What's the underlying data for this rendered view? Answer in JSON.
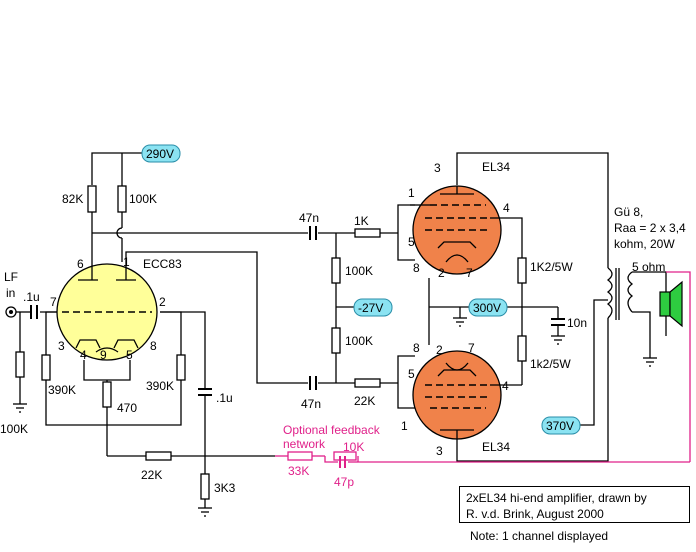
{
  "labels": {
    "ecc83": "ECC83",
    "el34_top": "EL34",
    "el34_bottom": "EL34",
    "lf": "LF",
    "in": "in",
    "r_82k": "82K",
    "r_100k_top": "100K",
    "r_100k_input": "100K",
    "r_390k_left": "390K",
    "r_390k_right": "390K",
    "r_470": "470",
    "r_22k_fb": "22K",
    "r_3k3": "3K3",
    "r_1k": "1K",
    "r_100k_mid_top": "100K",
    "r_100k_mid_bottom": "100K",
    "r_22k_grid": "22K",
    "r_1k2": "1K2/5W",
    "r_1k2_lower": "1k2/5W",
    "c_01u_in": ".1u",
    "c_01u": ".1u",
    "c_47n_top": "47n",
    "c_47n_bottom": "47n",
    "c_10n": "10n",
    "opt_fb_1": "Optional feedback",
    "opt_fb_2": "network",
    "fb_33k": "33K",
    "fb_10k": "10K",
    "fb_47p": "47p",
    "xfmr_1": "Gü 8,",
    "xfmr_2": "Raa = 2 x 3,4",
    "xfmr_3": "kohm, 20W",
    "speaker": "5 ohm",
    "pins": {
      "ecc_6": "6",
      "ecc_1": "1",
      "ecc_7": "7",
      "ecc_2": "2",
      "ecc_3": "3",
      "ecc_4": "4",
      "ecc_9": "9",
      "ecc_5": "5",
      "ecc_8": "8",
      "top_3": "3",
      "top_1": "1",
      "top_4": "4",
      "top_5": "5",
      "top_8": "8",
      "top_2": "2",
      "top_7": "7",
      "bot_8": "8",
      "bot_2": "2",
      "bot_7": "7",
      "bot_5": "5",
      "bot_4": "4",
      "bot_1": "1",
      "bot_3": "3"
    }
  },
  "voltages": {
    "v290": "290V",
    "vneg27": "-27V",
    "v300": "300V",
    "v370": "370V"
  },
  "note": {
    "line1": "2xEL34 hi-end amplifier, drawn by",
    "line2": "R. v.d. Brink, August 2000",
    "line3": "Note: 1 channel displayed"
  },
  "colors": {
    "wire": "#000000",
    "feedback": "#e0218a",
    "ecc83_tube": "#ffff99",
    "el34_tube": "#f0824a",
    "voltage_bubble": "#8be3f2",
    "speaker": "#2ecc40"
  }
}
